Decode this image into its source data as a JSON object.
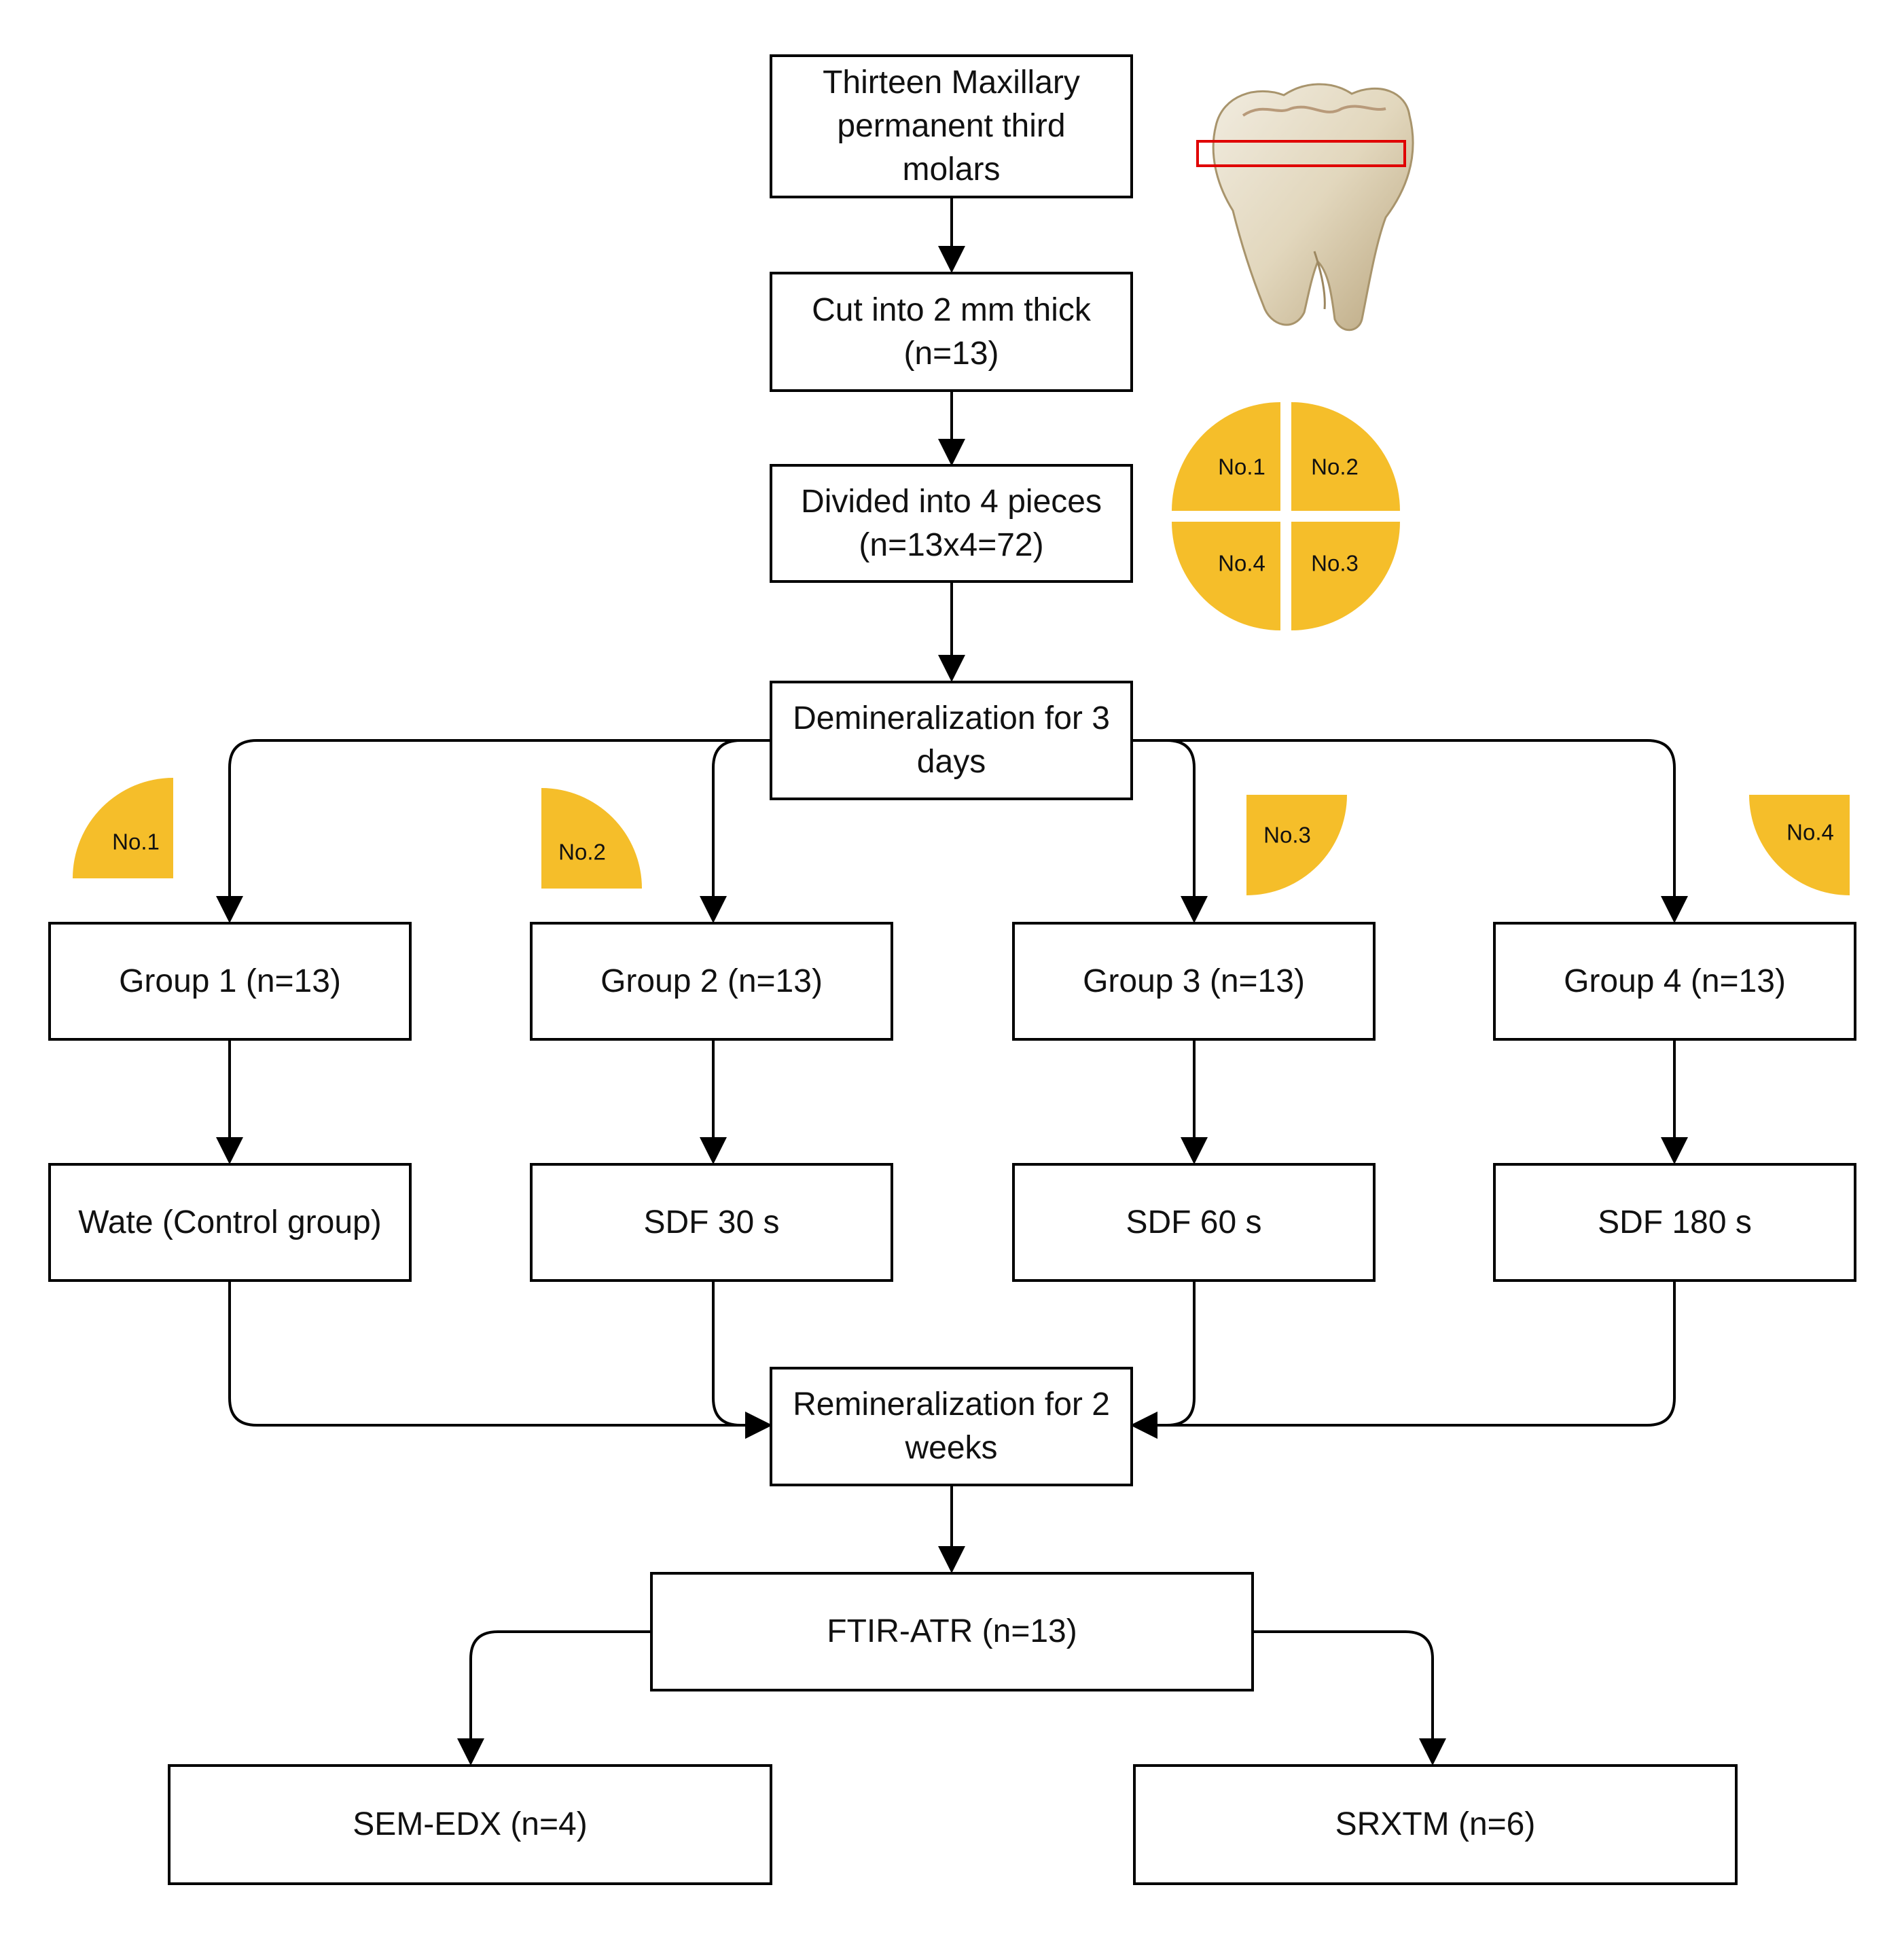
{
  "colors": {
    "accent": "#F5BE2A",
    "marker": "#E00000",
    "line": "#000000"
  },
  "steps": {
    "molars": "Thirteen Maxillary\npermanent third\nmolars",
    "cut": "Cut into 2 mm thick\n(n=13)",
    "divided": "Divided into 4 pieces\n(n=13x4=72)",
    "demineralization": "Demineralization for 3\ndays",
    "remineralization": "Remineralization for 2\nweeks",
    "ftir": "FTIR-ATR (n=13)",
    "sem": "SEM-EDX (n=4)",
    "srxtm": "SRXTM (n=6)"
  },
  "groups": [
    {
      "label": "Group 1 (n=13)",
      "treatment": "Wate (Control group)",
      "piece": "No.1"
    },
    {
      "label": "Group 2 (n=13)",
      "treatment": "SDF 30 s",
      "piece": "No.2"
    },
    {
      "label": "Group 3 (n=13)",
      "treatment": "SDF 60 s",
      "piece": "No.3"
    },
    {
      "label": "Group 4 (n=13)",
      "treatment": "SDF 180 s",
      "piece": "No.4"
    }
  ],
  "pieces_circle": [
    "No.1",
    "No.2",
    "No.3",
    "No.4"
  ],
  "icons": {
    "tooth": "molar-tooth-illustration",
    "section": "section-cut-marker"
  }
}
